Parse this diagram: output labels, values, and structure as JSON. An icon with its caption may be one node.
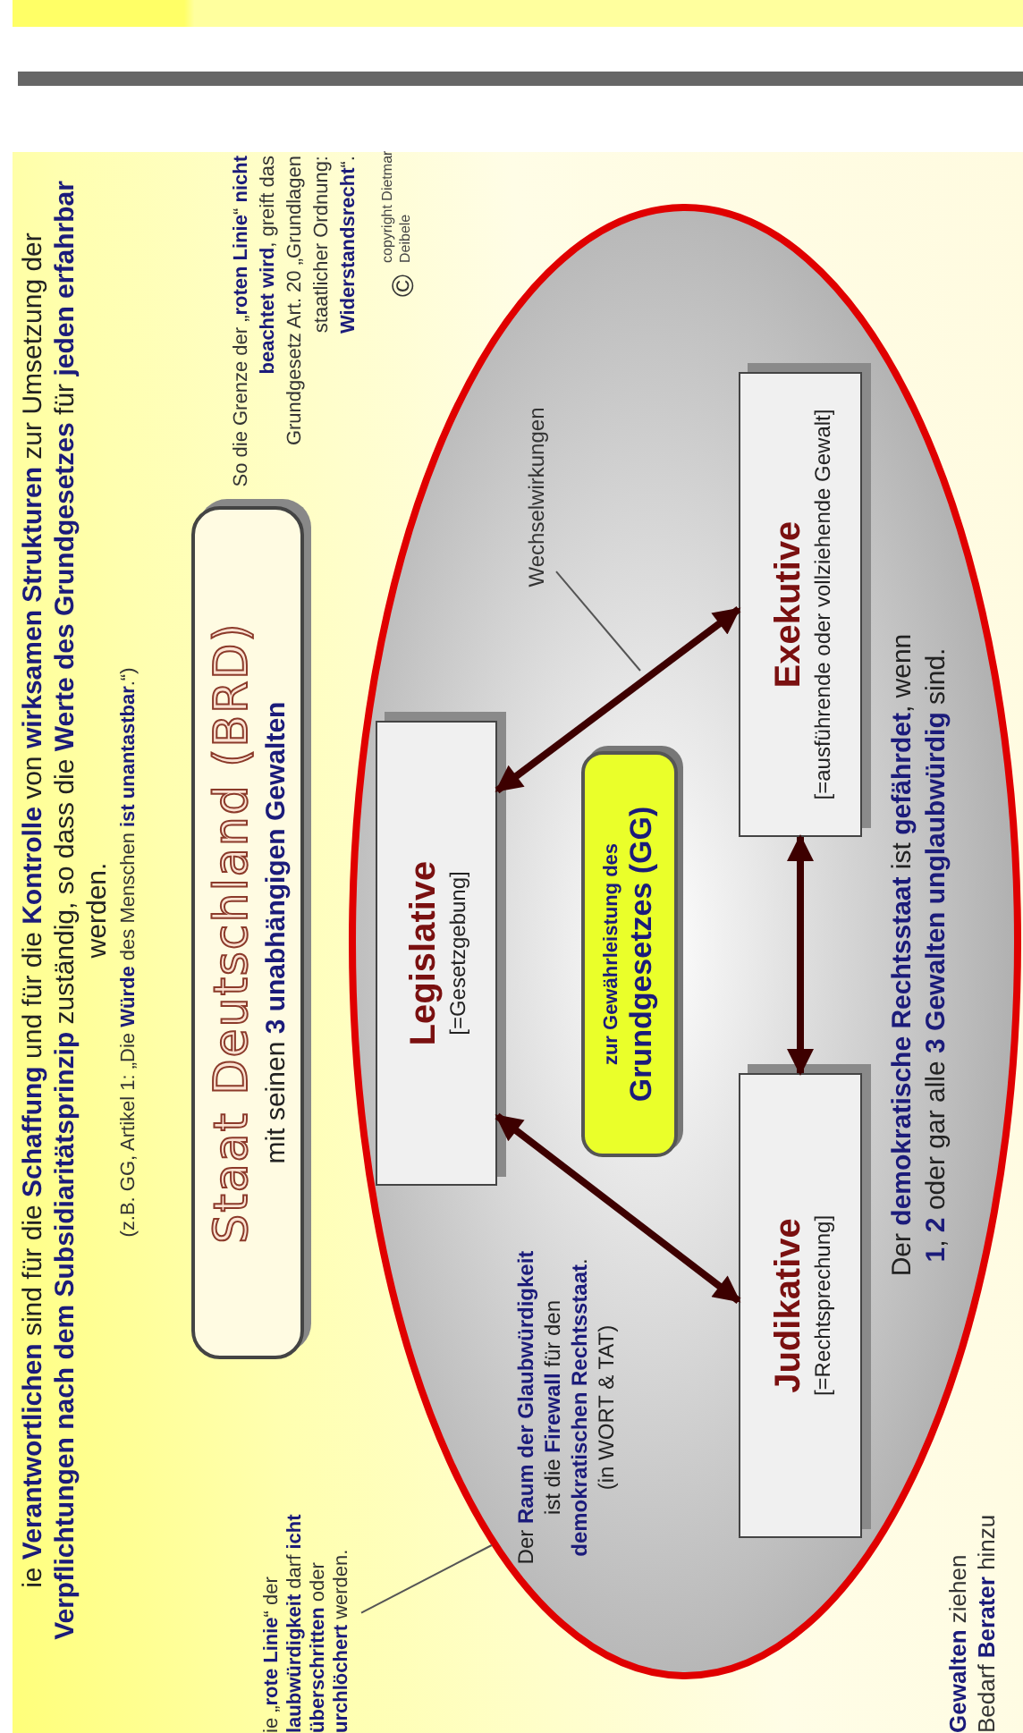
{
  "diagram": {
    "nodes": [
      {
        "text": [
          "Der **Raum der Glaubwürdigkeit** ist die **Firewall** für den **demokratischen Rechtsstaat**. (in WORT & TAT)",
          "Der **demokratische Rechtsstaat** ist **gefährdet**, wenn **1**, **2** oder gar alle **3 Gewalten** **unglaubwürdig** sind."
        ]
      },
      {
        "text": [
          "Legislative",
          "[=Gesetzgebung]"
        ],
        "in": 0
      },
      {
        "text": [
          "zur Gewährleistung des",
          "Grundgesetzes (GG)"
        ],
        "in": 0
      },
      {
        "text": [
          "Exekutive",
          "[=ausführende oder vollziehende Gewalt]"
        ],
        "in": 0
      },
      {
        "text": [
          "Judikative",
          "[=Rechtsprechung]"
        ],
        "in": 0
      },
      {
        "text": [
          "Wechselwirkungen"
        ],
        "in": 0
      },
      {
        "text": [
          "ie „**rote Linie**“ der **laubwürdigkeit** darf **icht überschritten** oder **urchlöchert** werden."
        ]
      },
      {
        "text": [
          "Staat Deutschland (BRD)",
          "mit seinen **3 unabhängigen Gewalten**"
        ]
      }
    ],
    "edges": [
      {
        "from": 1,
        "to": 3,
        "arrow": "both"
      },
      {
        "from": 1,
        "to": 4,
        "arrow": "both"
      },
      {
        "from": 3,
        "to": 4,
        "arrow": "both"
      },
      {
        "from": 5,
        "to": null,
        "arrow": "none",
        "color": "#555555"
      },
      {
        "from": 6,
        "to": 0,
        "arrow": "none",
        "color": "#555555"
      }
    ],
    "labels": [
      "ie **Verantwortlichen** sind für die **Schaffung** und für die **Kontrolle** von **wirksamen Strukturen** zur Umsetzung der **Verpflichtungen nach dem Subsidiaritätsprinzip** zuständig, so dass die **Werte des Grundgesetzes** für **jeden erfahrbar** werden.",
      "(z.B. GG, Artikel 1: „Die **Würde** des Menschen **ist unantastbar**.“)",
      "So die Grenze der „**roten Linie**“ **nicht beachtet wird**, greift das Grundgesetz Art. 20 „Grundlagen staatlicher Ordnung: **Widerstandsrecht**“.",
      "©",
      "copyright Dietmar Deibele",
      "**Gewalten** ziehen Bedarf **Berater** hinzu"
    ]
  }
}
